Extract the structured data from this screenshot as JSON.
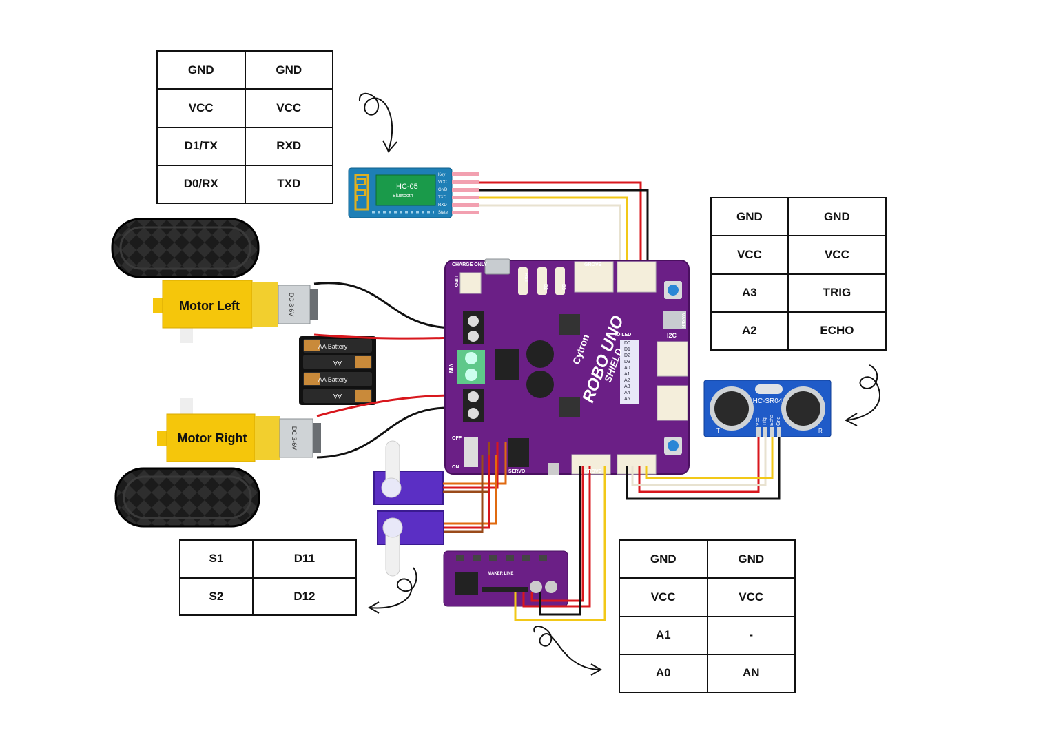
{
  "tables": {
    "hc05": [
      [
        "GND",
        "GND"
      ],
      [
        "VCC",
        "VCC"
      ],
      [
        "D1/TX",
        "RXD"
      ],
      [
        "D0/RX",
        "TXD"
      ]
    ],
    "sr04": [
      [
        "GND",
        "GND"
      ],
      [
        "VCC",
        "VCC"
      ],
      [
        "A3",
        "TRIG"
      ],
      [
        "A2",
        "ECHO"
      ]
    ],
    "servo": [
      [
        "S1",
        "D11"
      ],
      [
        "S2",
        "D12"
      ]
    ],
    "line": [
      [
        "GND",
        "GND"
      ],
      [
        "VCC",
        "VCC"
      ],
      [
        "A1",
        "-"
      ],
      [
        "A0",
        "AN"
      ]
    ]
  },
  "labels": {
    "motor_left": "Motor Left",
    "motor_right": "Motor Right",
    "battery_1": "AA Battery",
    "battery_2": "AA",
    "battery_3": "AA Battery",
    "battery_4": "AA",
    "motor_left_rating": "DC 3-6V",
    "motor_right_rating": "DC 3-6V",
    "hc05_name": "HC-05",
    "hc05_sub": "Bluetooth",
    "hc05_pins": [
      "Key",
      "VCC",
      "GND",
      "TXD",
      "RXD",
      "State"
    ],
    "sr04_name": "HC-SR04",
    "sr04_pins": [
      "Vcc",
      "Trig",
      "Echo",
      "Gnd"
    ],
    "sr04_t": "T",
    "sr04_r": "R",
    "board_brand": "Cytron",
    "board_title": "ROBO UNO",
    "board_sub": "SHIELD",
    "charge_only": "CHARGE ONLY",
    "lipo": "LIPO",
    "i2c": "I2C",
    "maker": "MAKER",
    "io_led": "IO LED",
    "io_led_pins": [
      "D0",
      "D1",
      "D2",
      "D3",
      "A0",
      "A1",
      "A2",
      "A3",
      "A4",
      "A5"
    ],
    "grove": "GROVE",
    "servo_label": "SERVO",
    "vin": "VIN",
    "rst": "RST",
    "d2": "D2",
    "d3": "D3",
    "off": "OFF",
    "on": "ON",
    "line_sensor": "MAKER LINE"
  },
  "colors": {
    "board": "#6b1f86",
    "motor": "#f5c60b",
    "hc05": "#1e7fb6",
    "sr04": "#1f5bc8",
    "servo": "#5b2fc4",
    "wire_red": "#d8171d",
    "wire_black": "#111111",
    "wire_yellow": "#f2c818",
    "wire_white": "#f0ece0",
    "wire_orange": "#e06a10",
    "wire_brown": "#9a4a1a"
  }
}
